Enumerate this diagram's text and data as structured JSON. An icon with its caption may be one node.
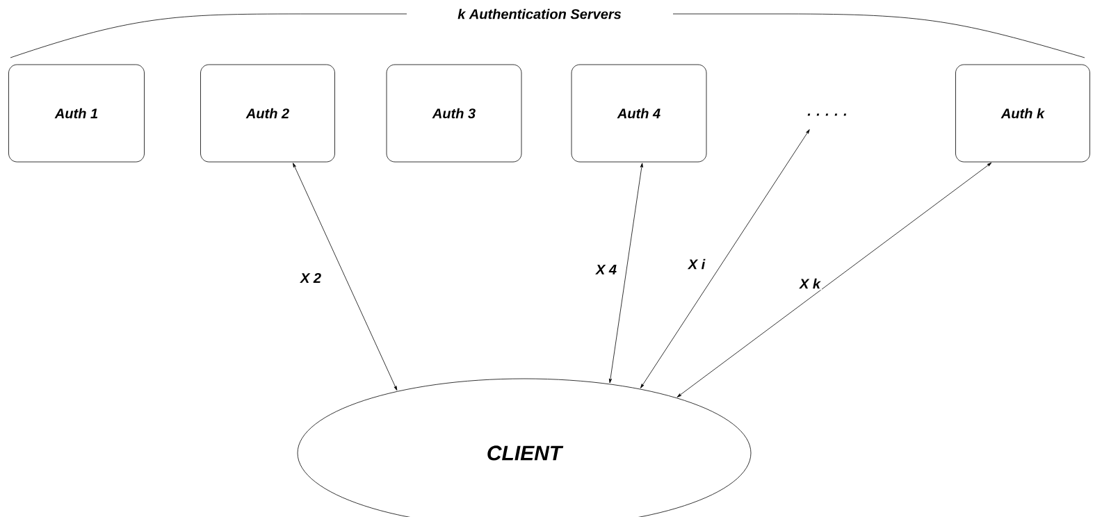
{
  "diagram": {
    "nodes": [
      {
        "text": [
          "Auth 1"
        ]
      },
      {
        "text": [
          "Auth 2"
        ]
      },
      {
        "text": [
          "Auth 3"
        ]
      },
      {
        "text": [
          "Auth 4"
        ]
      },
      {
        "text": [
          ". . . . ."
        ]
      },
      {
        "text": [
          "Auth k"
        ]
      },
      {
        "text": [
          "CLIENT"
        ]
      }
    ],
    "edges": [
      {
        "from": 1,
        "to": 6,
        "arrow": "both",
        "label": "X 2"
      },
      {
        "from": 3,
        "to": 6,
        "arrow": "both",
        "label": "X 4"
      },
      {
        "from": 4,
        "to": 6,
        "arrow": "both",
        "label": "X i"
      },
      {
        "from": 5,
        "to": 6,
        "arrow": "both",
        "label": "X k"
      }
    ],
    "labels": [
      "k Authentication Servers"
    ]
  }
}
